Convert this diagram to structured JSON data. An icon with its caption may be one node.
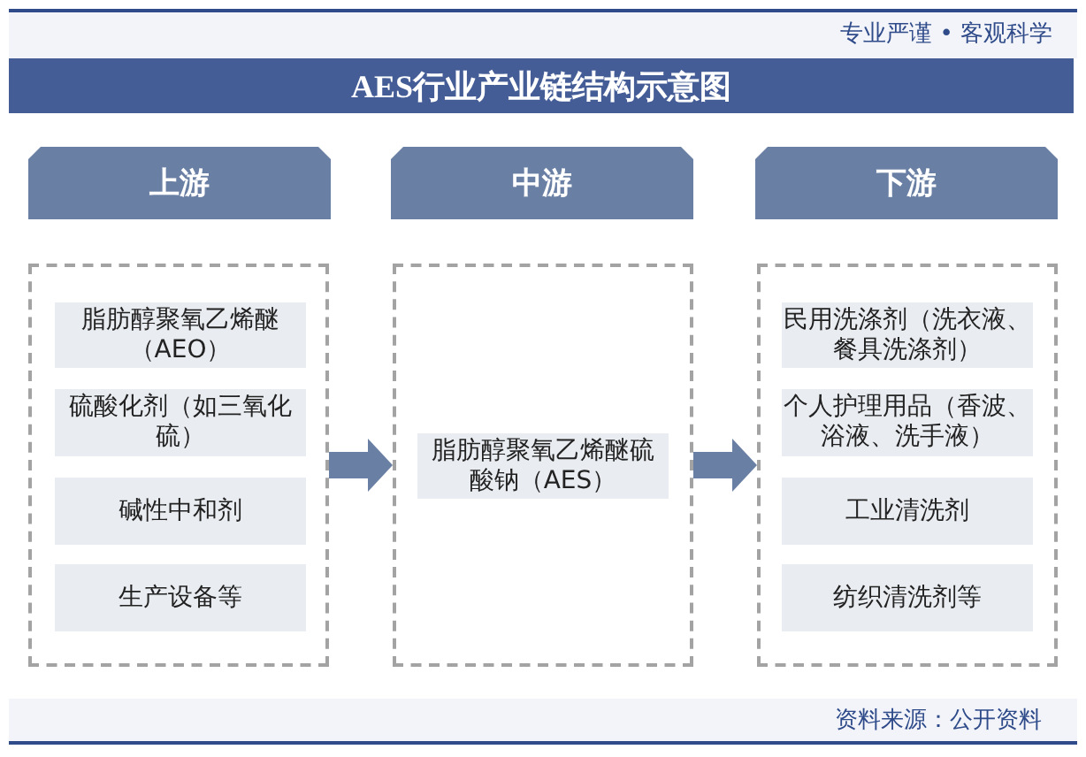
{
  "diagram": {
    "title": "AES行业产业链结构示意图",
    "nodes": [
      {
        "text": [
          "上游"
        ]
      },
      {
        "text": [
          "中游"
        ]
      },
      {
        "text": [
          "下游"
        ]
      },
      {
        "text": [],
        "shape": "box"
      },
      {
        "text": [
          "脂肪醇聚氧乙烯醚（AEO）"
        ],
        "in": 3
      },
      {
        "text": [
          "硫酸化剂（如三氧化硫）"
        ],
        "in": 3
      },
      {
        "text": [
          "碱性中和剂"
        ],
        "in": 3
      },
      {
        "text": [
          "生产设备等"
        ],
        "in": 3
      },
      {
        "text": [],
        "shape": "box"
      },
      {
        "text": [
          "脂肪醇聚氧乙烯醚硫酸钠（AES）"
        ],
        "in": 8
      },
      {
        "text": [],
        "shape": "box"
      },
      {
        "text": [
          "民用洗涤剂（洗衣液、餐具洗涤剂）"
        ],
        "in": 10
      },
      {
        "text": [
          "个人护理用品（香波、浴液、洗手液）"
        ],
        "in": 10
      },
      {
        "text": [
          "工业清洗剂"
        ],
        "in": 10
      },
      {
        "text": [
          "纺织清洗剂等"
        ],
        "in": 10
      }
    ],
    "edges": [
      {
        "from": 3,
        "to": 8,
        "arrow": "to"
      },
      {
        "from": 8,
        "to": 10,
        "arrow": "to"
      }
    ],
    "labels": [
      "专业严谨 • 客观科学",
      "资料来源：公开资料"
    ]
  }
}
